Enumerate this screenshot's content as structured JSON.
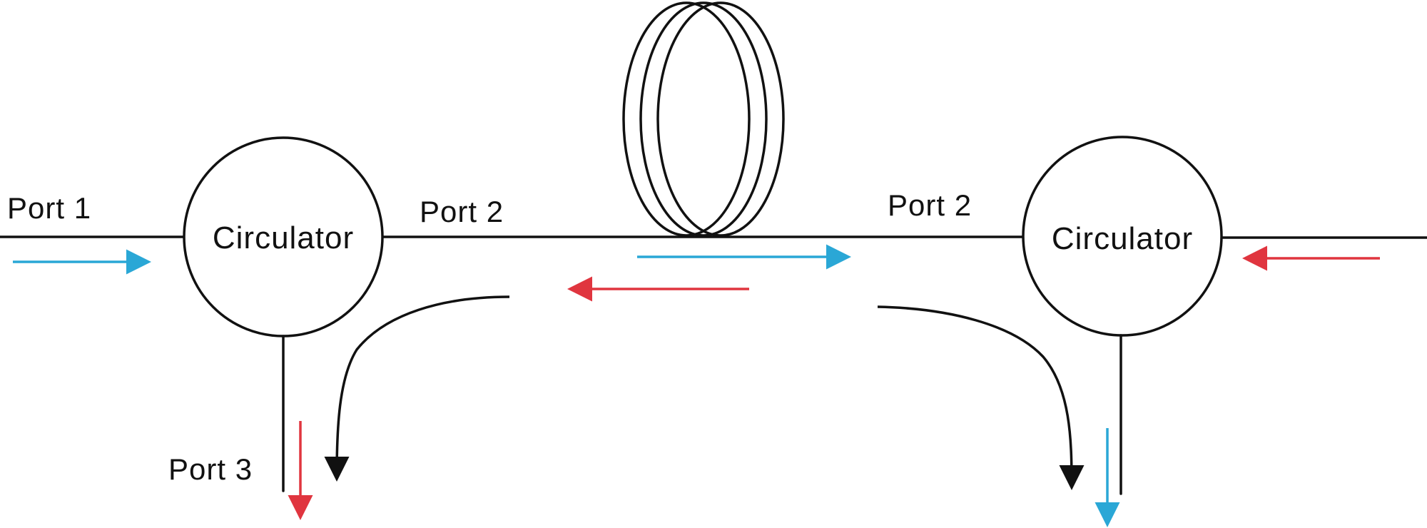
{
  "labels": {
    "left_port_1": "Port  1",
    "left_port_2": "Port 2",
    "left_port_3": "Port  3",
    "right_port_2": "Port  2",
    "left_circulator": "Circulator",
    "right_circulator": "Circulator"
  },
  "colors": {
    "forward_arrow": "#2aa7d6",
    "backward_arrow": "#e0353f",
    "line": "#111111"
  },
  "icons": {
    "fiber_coil": "fiber-coil-icon",
    "forward": "arrow-right-icon",
    "backward": "arrow-left-icon",
    "output": "arrow-down-icon"
  }
}
